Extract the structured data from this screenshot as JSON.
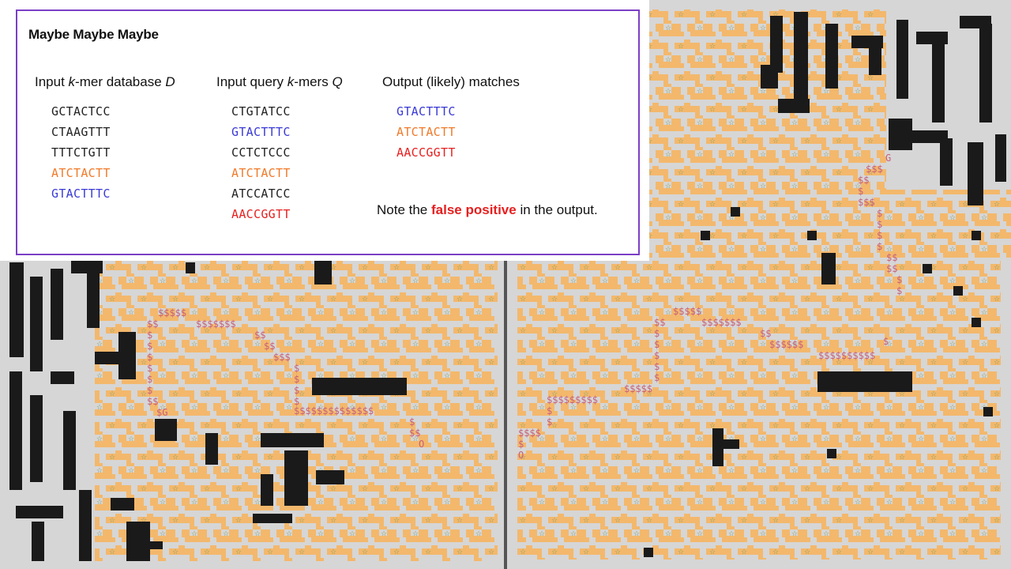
{
  "title": "Maybe Maybe Maybe",
  "columns": {
    "database": {
      "label_pre": "Input ",
      "label_var": "k",
      "label_mid": "-mer database ",
      "label_sym": "D",
      "items": [
        {
          "seq": "GCTACTCC",
          "color": "#222222"
        },
        {
          "seq": "CTAAGTTT",
          "color": "#222222"
        },
        {
          "seq": "TTTCTGTT",
          "color": "#222222"
        },
        {
          "seq": "ATCTACTT",
          "color": "#f07a2a"
        },
        {
          "seq": "GTACTTTC",
          "color": "#3a3ad6"
        }
      ]
    },
    "query": {
      "label_pre": "Input query ",
      "label_var": "k",
      "label_mid": "-mers ",
      "label_sym": "Q",
      "items": [
        {
          "seq": "CTGTATCC",
          "color": "#222222"
        },
        {
          "seq": "GTACTTTC",
          "color": "#3a3ad6"
        },
        {
          "seq": "CCTCTCCC",
          "color": "#222222"
        },
        {
          "seq": "ATCTACTT",
          "color": "#f07a2a"
        },
        {
          "seq": "ATCCATCC",
          "color": "#222222"
        },
        {
          "seq": "AACCGGTT",
          "color": "#e6201f"
        }
      ]
    },
    "output": {
      "label": "Output (likely) matches",
      "items": [
        {
          "seq": "GTACTTTC",
          "color": "#3a3ad6"
        },
        {
          "seq": "ATCTACTT",
          "color": "#f07a2a"
        },
        {
          "seq": "AACCGGTT",
          "color": "#e6201f"
        }
      ]
    }
  },
  "note": {
    "before": "Note the ",
    "highlight": "false positive",
    "after": " in the output."
  },
  "colors": {
    "frame": "#7b3fc6",
    "maze_path": "#f3b86c",
    "maze_floor": "#d6d6d6",
    "maze_wall": "#1a1a1a",
    "star": "#7e9c5a",
    "route_mark": "#c8607a"
  },
  "maze_glyphs": {
    "route": "$",
    "start": "G",
    "goal": "O",
    "visited": "☆"
  }
}
